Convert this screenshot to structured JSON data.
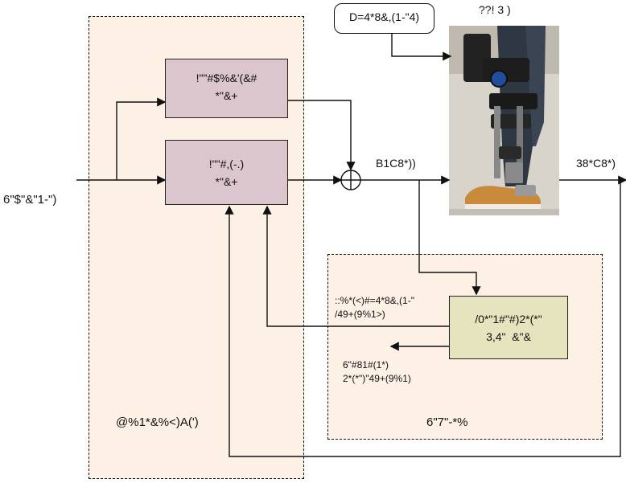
{
  "diagram": {
    "colors": {
      "region_fill": "#fdf1e6",
      "block_top_fill": "#dcc6cd",
      "block_mid_fill": "#dcc6cd",
      "block_right_fill": "#e5e4bf",
      "line": "#111111"
    },
    "labels": {
      "input_label": "6\"$\"&\"1-\")",
      "top_block_line1": "!\"\"#$%&'(&#",
      "top_block_line2": "*\"&+",
      "mid_block_line1": "!\"\"#,(-.)",
      "mid_block_line2": "*\"&+",
      "left_region_label": "@%1*&%<)A(')",
      "sum_output_label": "B1C8*))",
      "callout_box": "D=4*8&,(1-\"4)",
      "device_title": "??! 3 )",
      "device_output_label": "38*C8*)",
      "right_block_line1": "/0*\"1#\"#)2*(*\"",
      "right_block_line2": "3,4\"  &\"&",
      "left_feedback_line1": "::%*(<)#=4*8&,(1-\"",
      "left_feedback_line2": "/49+(9%1>)",
      "lower_output_line1": "6\"#81#(1*)",
      "lower_output_line2": "2*(*\")\"49+(9%1)",
      "right_region_label": "6\"7\"-*%"
    },
    "icons": [
      "summing-junction-icon",
      "leg-orthosis-photo"
    ]
  }
}
